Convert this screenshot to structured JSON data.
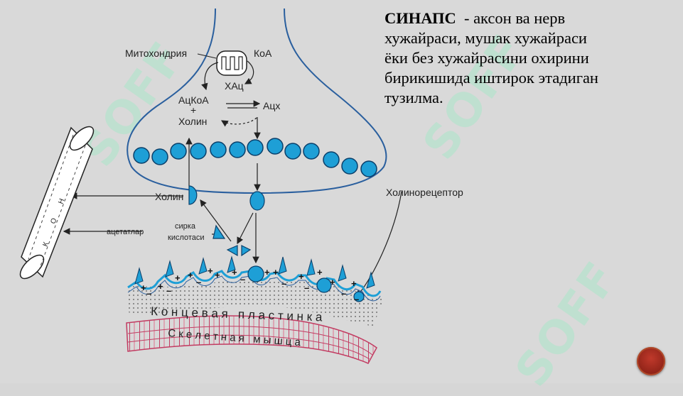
{
  "title": {
    "heading": "СИНАПС",
    "lines": [
      "- аксон ва нерв",
      "хужайраси, мушак хужайраси",
      "ёки без хужайрасини охирини",
      "бирикишида иштирок этадиган",
      "тузилма."
    ]
  },
  "labels": {
    "mitochondria": "Митохондрия",
    "coa": "КоА",
    "chac": "ХАц",
    "accoa": "АцКоА",
    "plus": "+",
    "cholin_top": "Холин",
    "ach": "Ацх",
    "cholin_mid": "Холин",
    "acetates": "ацетатлар",
    "acetic_acid_1": "сирка",
    "acetic_acid_2": "кислотаси",
    "cholinoreceptor": "Холинорецептор",
    "blood_k": "К",
    "blood_o": "О",
    "blood_n": "Н",
    "end_plate": "К о н ц е в а я   п л а с т и н к а",
    "skeletal_muscle": "С к е л е т н а я   м ы ш ц а"
  },
  "watermark": "SOFF",
  "colors": {
    "vesicle": "#1e9fd6",
    "membrane": "#2a5f9e",
    "muscle": "#d1456a"
  }
}
